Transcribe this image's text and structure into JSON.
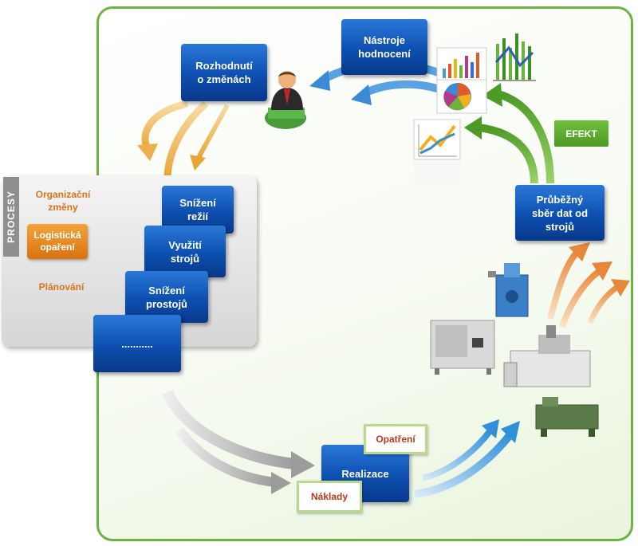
{
  "boxes": {
    "decision": "Rozhodnutí\no změnách",
    "tools": "Nástroje\nhodnocení",
    "collection": "Průběžný\nsběr dat od\nstrojů",
    "realization": "Realizace",
    "overhead": "Snížení\nrežií",
    "utilization": "Využití\nstrojů",
    "downtime": "Snížení\nprostojů",
    "more": "..........."
  },
  "processes": {
    "tab": "PROCESY",
    "org_change": "Organizační\nzměny",
    "logistics": "Logistická\nopaření",
    "planning": "Plánování"
  },
  "labels": {
    "measures": "Opatření",
    "costs": "Náklady",
    "effect": "EFEKT"
  },
  "colors": {
    "box_blue": "#0d4fb0",
    "frame_green": "#6cb33f",
    "orange": "#d9731a"
  }
}
